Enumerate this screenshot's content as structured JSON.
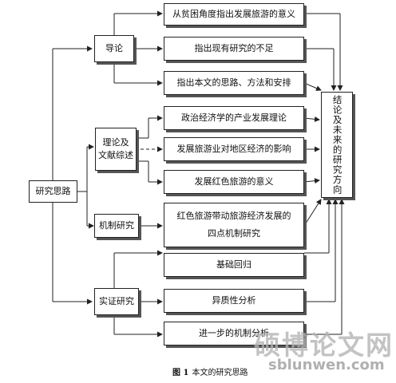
{
  "root": "研究思路",
  "categories": {
    "intro": "导论",
    "theory_line1": "理论及",
    "theory_line2": "文献综述",
    "mechanism": "机制研究",
    "empirical": "实证研究"
  },
  "items": {
    "intro_1": "从贫困角度指出发展旅游的意义",
    "intro_2": "指出现有研究的不足",
    "intro_3": "指出本文的思路、方法和安排",
    "theory_1": "政治经济学的产业发展理论",
    "theory_2": "发展旅游业对地区经济的影响",
    "theory_3": "发展红色旅游的意义",
    "mechanism_line1": "红色旅游带动旅游经济发展的",
    "mechanism_line2": "四点机制研究",
    "empirical_1": "基础回归",
    "empirical_2": "异质性分析",
    "empirical_3": "进一步的机制分析"
  },
  "conclusion": "结论及未来的研究方向",
  "caption": {
    "label": "图 1",
    "text": "本文的研究思路"
  },
  "watermark": {
    "chinese": "硕博论文网",
    "url": "sblunwen.com"
  }
}
